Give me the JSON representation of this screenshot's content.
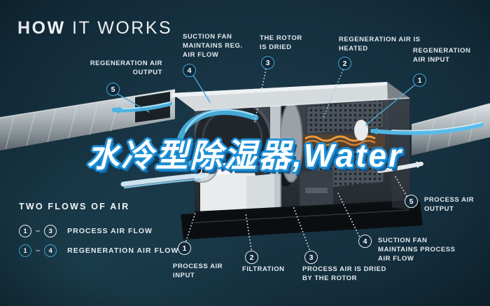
{
  "title": {
    "bold": "HOW",
    "light": " IT WORKS"
  },
  "watermark": {
    "text": "水冷型除湿器,Water"
  },
  "regeneration_flow": {
    "steps": [
      {
        "num": "5",
        "label": "REGENERATION AIR OUTPUT"
      },
      {
        "num": "4",
        "label": "SUCTION FAN MAINTAINS REG. AIR FLOW"
      },
      {
        "num": "3",
        "label": "THE ROTOR IS DRIED"
      },
      {
        "num": "2",
        "label": "REGENERATION AIR IS HEATED"
      },
      {
        "num": "1",
        "label": "REGENERATION AIR INPUT"
      }
    ]
  },
  "process_flow": {
    "steps": [
      {
        "num": "1",
        "label": "PROCESS AIR INPUT"
      },
      {
        "num": "2",
        "label": "FILTRATION"
      },
      {
        "num": "3",
        "label": "PROCESS AIR IS DRIED BY THE ROTOR"
      },
      {
        "num": "4",
        "label": "SUCTION FAN MAINTAINS PROCESS AIR FLOW"
      },
      {
        "num": "5",
        "label": "PROCESS AIR OUTPUT"
      }
    ]
  },
  "legend": {
    "heading": "TWO FLOWS OF AIR",
    "dash": "–",
    "rows": [
      {
        "start": "1",
        "end": "3",
        "label": "PROCESS AIR FLOW"
      },
      {
        "start": "1",
        "end": "4",
        "label": "REGENERATION AIR FLOW"
      }
    ]
  },
  "colors": {
    "background": "#15303f",
    "accent_teal": "#45a6d6",
    "arrow_blue": "#49b4e4",
    "heater_orange": "#ef9a3d",
    "watermark_outline_blue": "#1d8fd6",
    "label_text": "#e4ebf0"
  }
}
